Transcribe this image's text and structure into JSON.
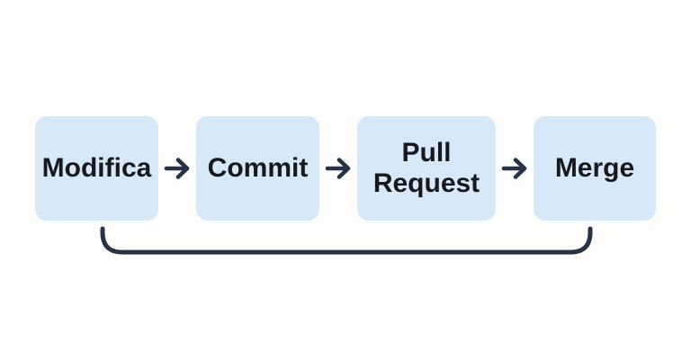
{
  "diagram": {
    "description": "Git workflow flowchart with loop back from Merge to Modifica",
    "nodes": [
      {
        "id": "modifica",
        "label": "Modifica"
      },
      {
        "id": "commit",
        "label": "Commit"
      },
      {
        "id": "pull-request",
        "label": "Pull Request"
      },
      {
        "id": "merge",
        "label": "Merge"
      }
    ],
    "connections": [
      {
        "from": "modifica",
        "to": "commit",
        "type": "arrow-right"
      },
      {
        "from": "commit",
        "to": "pull-request",
        "type": "arrow-right"
      },
      {
        "from": "pull-request",
        "to": "merge",
        "type": "arrow-right"
      },
      {
        "from": "merge",
        "to": "modifica",
        "type": "loop-back-line"
      }
    ],
    "colors": {
      "node_fill": "#d7e9f9",
      "node_text": "#17191e",
      "connector": "#263246",
      "background": "#fdfdfc"
    }
  }
}
